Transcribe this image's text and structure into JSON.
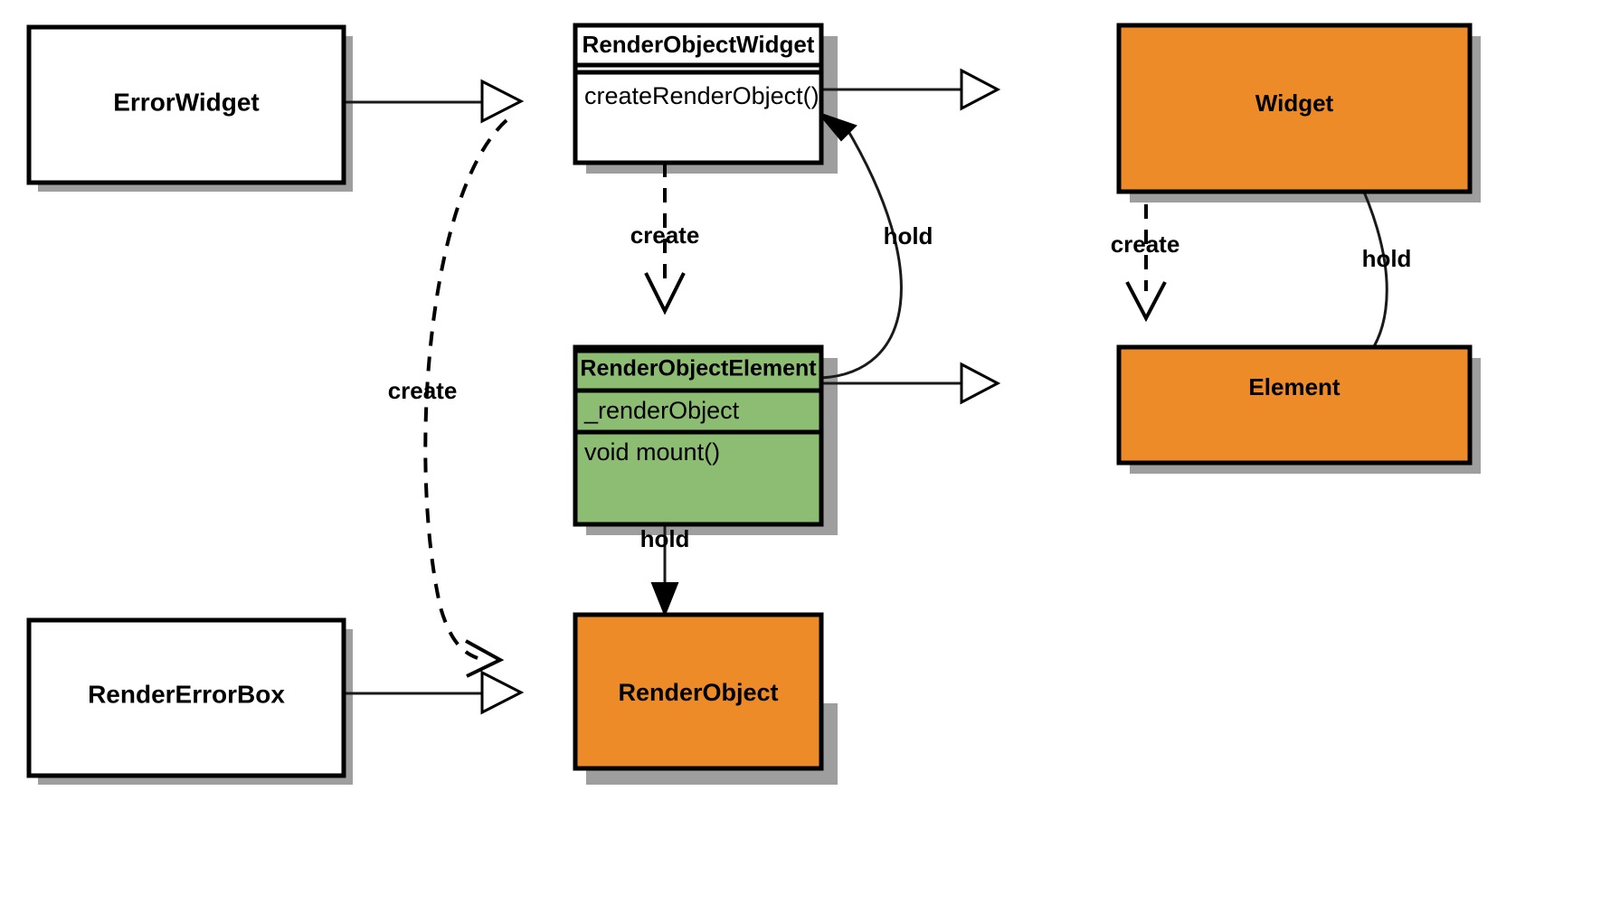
{
  "diagram": {
    "title": "Flutter RenderObjectWidget class relationship diagram",
    "type": "uml-class-diagram",
    "colors": {
      "orange": "#ED8B29",
      "green": "#8CBD72",
      "white": "#FFFFFF",
      "outline": "#000000",
      "shadow": "#9E9E9E",
      "text": "#000000"
    },
    "nodes": {
      "error_widget": {
        "label": "ErrorWidget",
        "fill": "#FFFFFF"
      },
      "render_object_widget": {
        "label": "RenderObjectWidget",
        "fill": "#FFFFFF",
        "members": [
          "createRenderObject()"
        ]
      },
      "widget": {
        "label": "Widget",
        "fill": "#ED8B29"
      },
      "render_object_element": {
        "label": "RenderObjectElement",
        "fill": "#8CBD72",
        "members": [
          "_renderObject",
          "void mount()"
        ]
      },
      "element": {
        "label": "Element",
        "fill": "#ED8B29"
      },
      "render_error_box": {
        "label": "RenderErrorBox",
        "fill": "#FFFFFF"
      },
      "render_object": {
        "label": "RenderObject",
        "fill": "#ED8B29"
      }
    },
    "edges": [
      {
        "id": "error-widget-to-render-object-widget",
        "from": "ErrorWidget",
        "to": "RenderObjectWidget",
        "label": "",
        "style": "solid",
        "arrow": "hollow-triangle"
      },
      {
        "id": "render-object-widget-to-widget",
        "from": "RenderObjectWidget",
        "to": "Widget",
        "label": "",
        "style": "solid",
        "arrow": "hollow-triangle"
      },
      {
        "id": "render-object-widget-creates-render-object-element",
        "from": "RenderObjectWidget",
        "to": "RenderObjectElement",
        "label": "create",
        "style": "dashed",
        "arrow": "open"
      },
      {
        "id": "render-object-element-holds-render-object-widget",
        "from": "RenderObjectElement",
        "to": "RenderObjectWidget",
        "label": "hold",
        "style": "solid",
        "arrow": "filled"
      },
      {
        "id": "widget-creates-element",
        "from": "Widget",
        "to": "Element",
        "label": "create",
        "style": "dashed",
        "arrow": "open"
      },
      {
        "id": "element-holds-widget",
        "from": "Element",
        "to": "Widget",
        "label": "hold",
        "style": "solid",
        "arrow": "filled"
      },
      {
        "id": "render-object-element-to-element",
        "from": "RenderObjectElement",
        "to": "Element",
        "label": "",
        "style": "solid",
        "arrow": "hollow-triangle"
      },
      {
        "id": "render-object-element-holds-render-object",
        "from": "RenderObjectElement",
        "to": "RenderObject",
        "label": "hold",
        "style": "solid",
        "arrow": "filled"
      },
      {
        "id": "render-object-widget-creates-render-object",
        "from": "RenderObjectWidget",
        "to": "RenderObject",
        "label": "create",
        "style": "dashed",
        "arrow": "open"
      },
      {
        "id": "render-error-box-to-render-object",
        "from": "RenderErrorBox",
        "to": "RenderObject",
        "label": "",
        "style": "solid",
        "arrow": "hollow-triangle"
      }
    ],
    "edge_labels": {
      "create_row": "create",
      "hold_center": "hold",
      "create_right": "create",
      "hold_right": "hold",
      "create_left": "create",
      "hold_bottom": "hold"
    }
  }
}
